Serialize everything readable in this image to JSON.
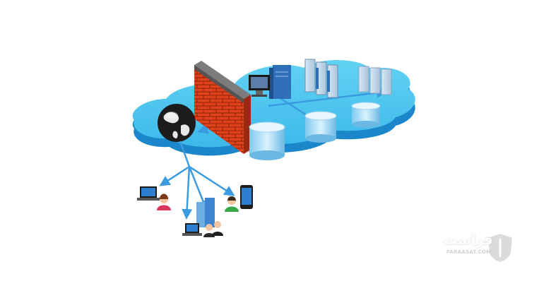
{
  "diagram": {
    "components": [
      "firewall",
      "cloud",
      "internet-globe",
      "servers",
      "databases",
      "clients"
    ]
  },
  "watermark": {
    "brand": "فراست",
    "site": "FARAASAT.COM"
  },
  "colors": {
    "cloud_top": "#4ac8ee",
    "cloud_side": "#1e8fd0",
    "brick": "#e64a19",
    "arrow": "#3a9be0",
    "server": "#2f6fb7"
  }
}
